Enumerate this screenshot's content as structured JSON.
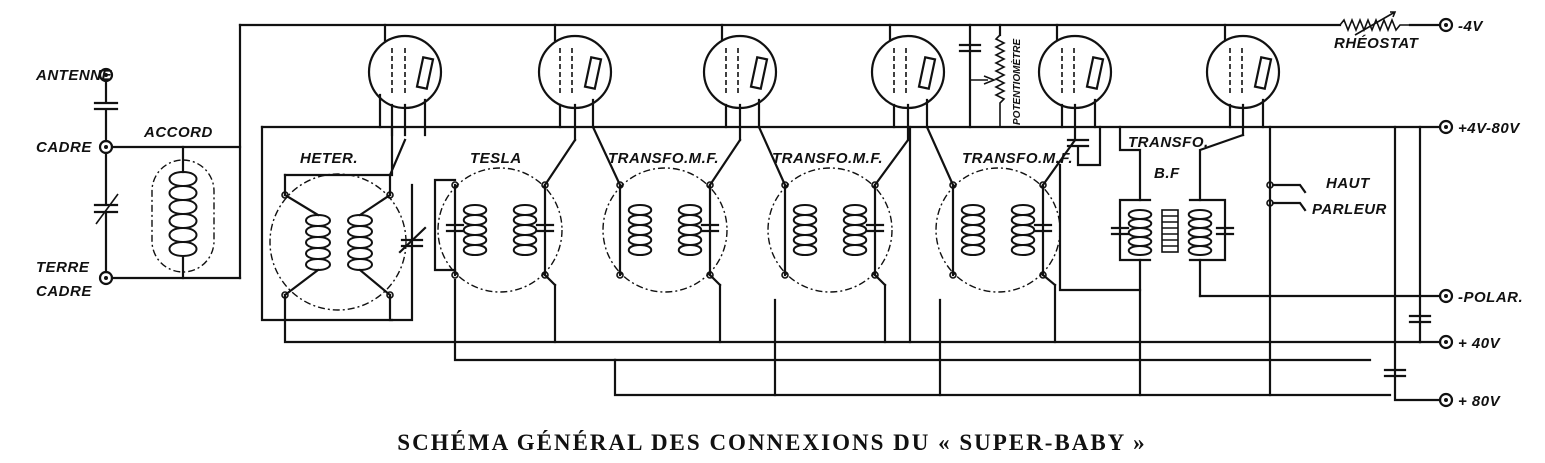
{
  "labels": {
    "antenne": "ANTENNE",
    "cadre": "CADRE",
    "terre": "TERRE",
    "terre_cadre": "CADRE",
    "accord": "ACCORD",
    "heter": "HETER.",
    "tesla": "TESLA",
    "transfo_mf_1": "TRANSFO.M.F.",
    "transfo_mf_2": "TRANSFO.M.F.",
    "transfo_mf_3": "TRANSFO.M.F.",
    "transfo_bf_1": "TRANSFO.",
    "transfo_bf_2": "B.F",
    "potentiometre": "POTENTIOMÈTRE",
    "rheostat": "RHÉOSTAT",
    "haut": "HAUT",
    "parleur": "PARLEUR"
  },
  "terminals": {
    "minus_4v": "-4V",
    "plus_4v_80v": "+4V-80V",
    "polar": "-POLAR.",
    "plus_40v": "+ 40V",
    "plus_80v": "+ 80V"
  },
  "caption": "SCHÉMA GÉNÉRAL DES CONNEXIONS DU « SUPER-BABY »",
  "colors": {
    "ink": "#111111",
    "paper": "#ffffff"
  }
}
